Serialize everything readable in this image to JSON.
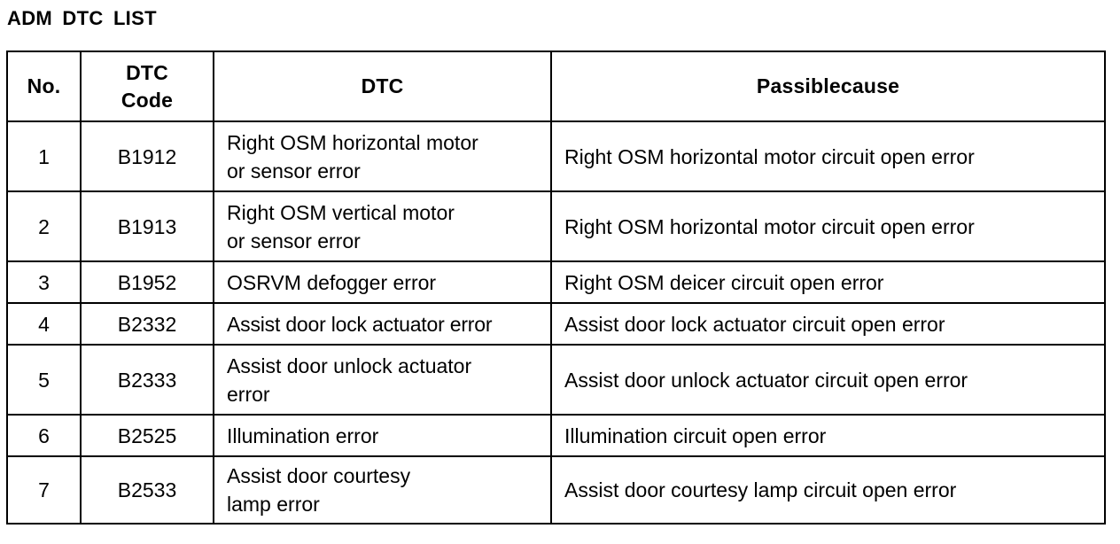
{
  "title": "ADM DTC LIST",
  "table": {
    "headers": {
      "no": "No.",
      "code": "DTC\nCode",
      "dtc": "DTC",
      "cause": "Passiblecause"
    },
    "rows": [
      {
        "no": "1",
        "code": "B1912",
        "dtc": "Right OSM horizontal motor\nor sensor error",
        "cause": "Right OSM horizontal motor circuit open error"
      },
      {
        "no": "2",
        "code": "B1913",
        "dtc": "Right OSM vertical motor\nor sensor error",
        "cause": "Right OSM horizontal motor circuit open error"
      },
      {
        "no": "3",
        "code": "B1952",
        "dtc": "OSRVM defogger error",
        "cause": "Right OSM deicer circuit open error"
      },
      {
        "no": "4",
        "code": "B2332",
        "dtc": "Assist door lock actuator error",
        "cause": "Assist door lock actuator circuit open error"
      },
      {
        "no": "5",
        "code": "B2333",
        "dtc": "Assist door unlock actuator\nerror",
        "cause": "Assist door unlock actuator circuit open error"
      },
      {
        "no": "6",
        "code": "B2525",
        "dtc": "Illumination error",
        "cause": "Illumination circuit open error"
      },
      {
        "no": "7",
        "code": "B2533",
        "dtc": "Assist door courtesy\nlamp error",
        "cause": "Assist door courtesy lamp circuit open error"
      }
    ]
  }
}
